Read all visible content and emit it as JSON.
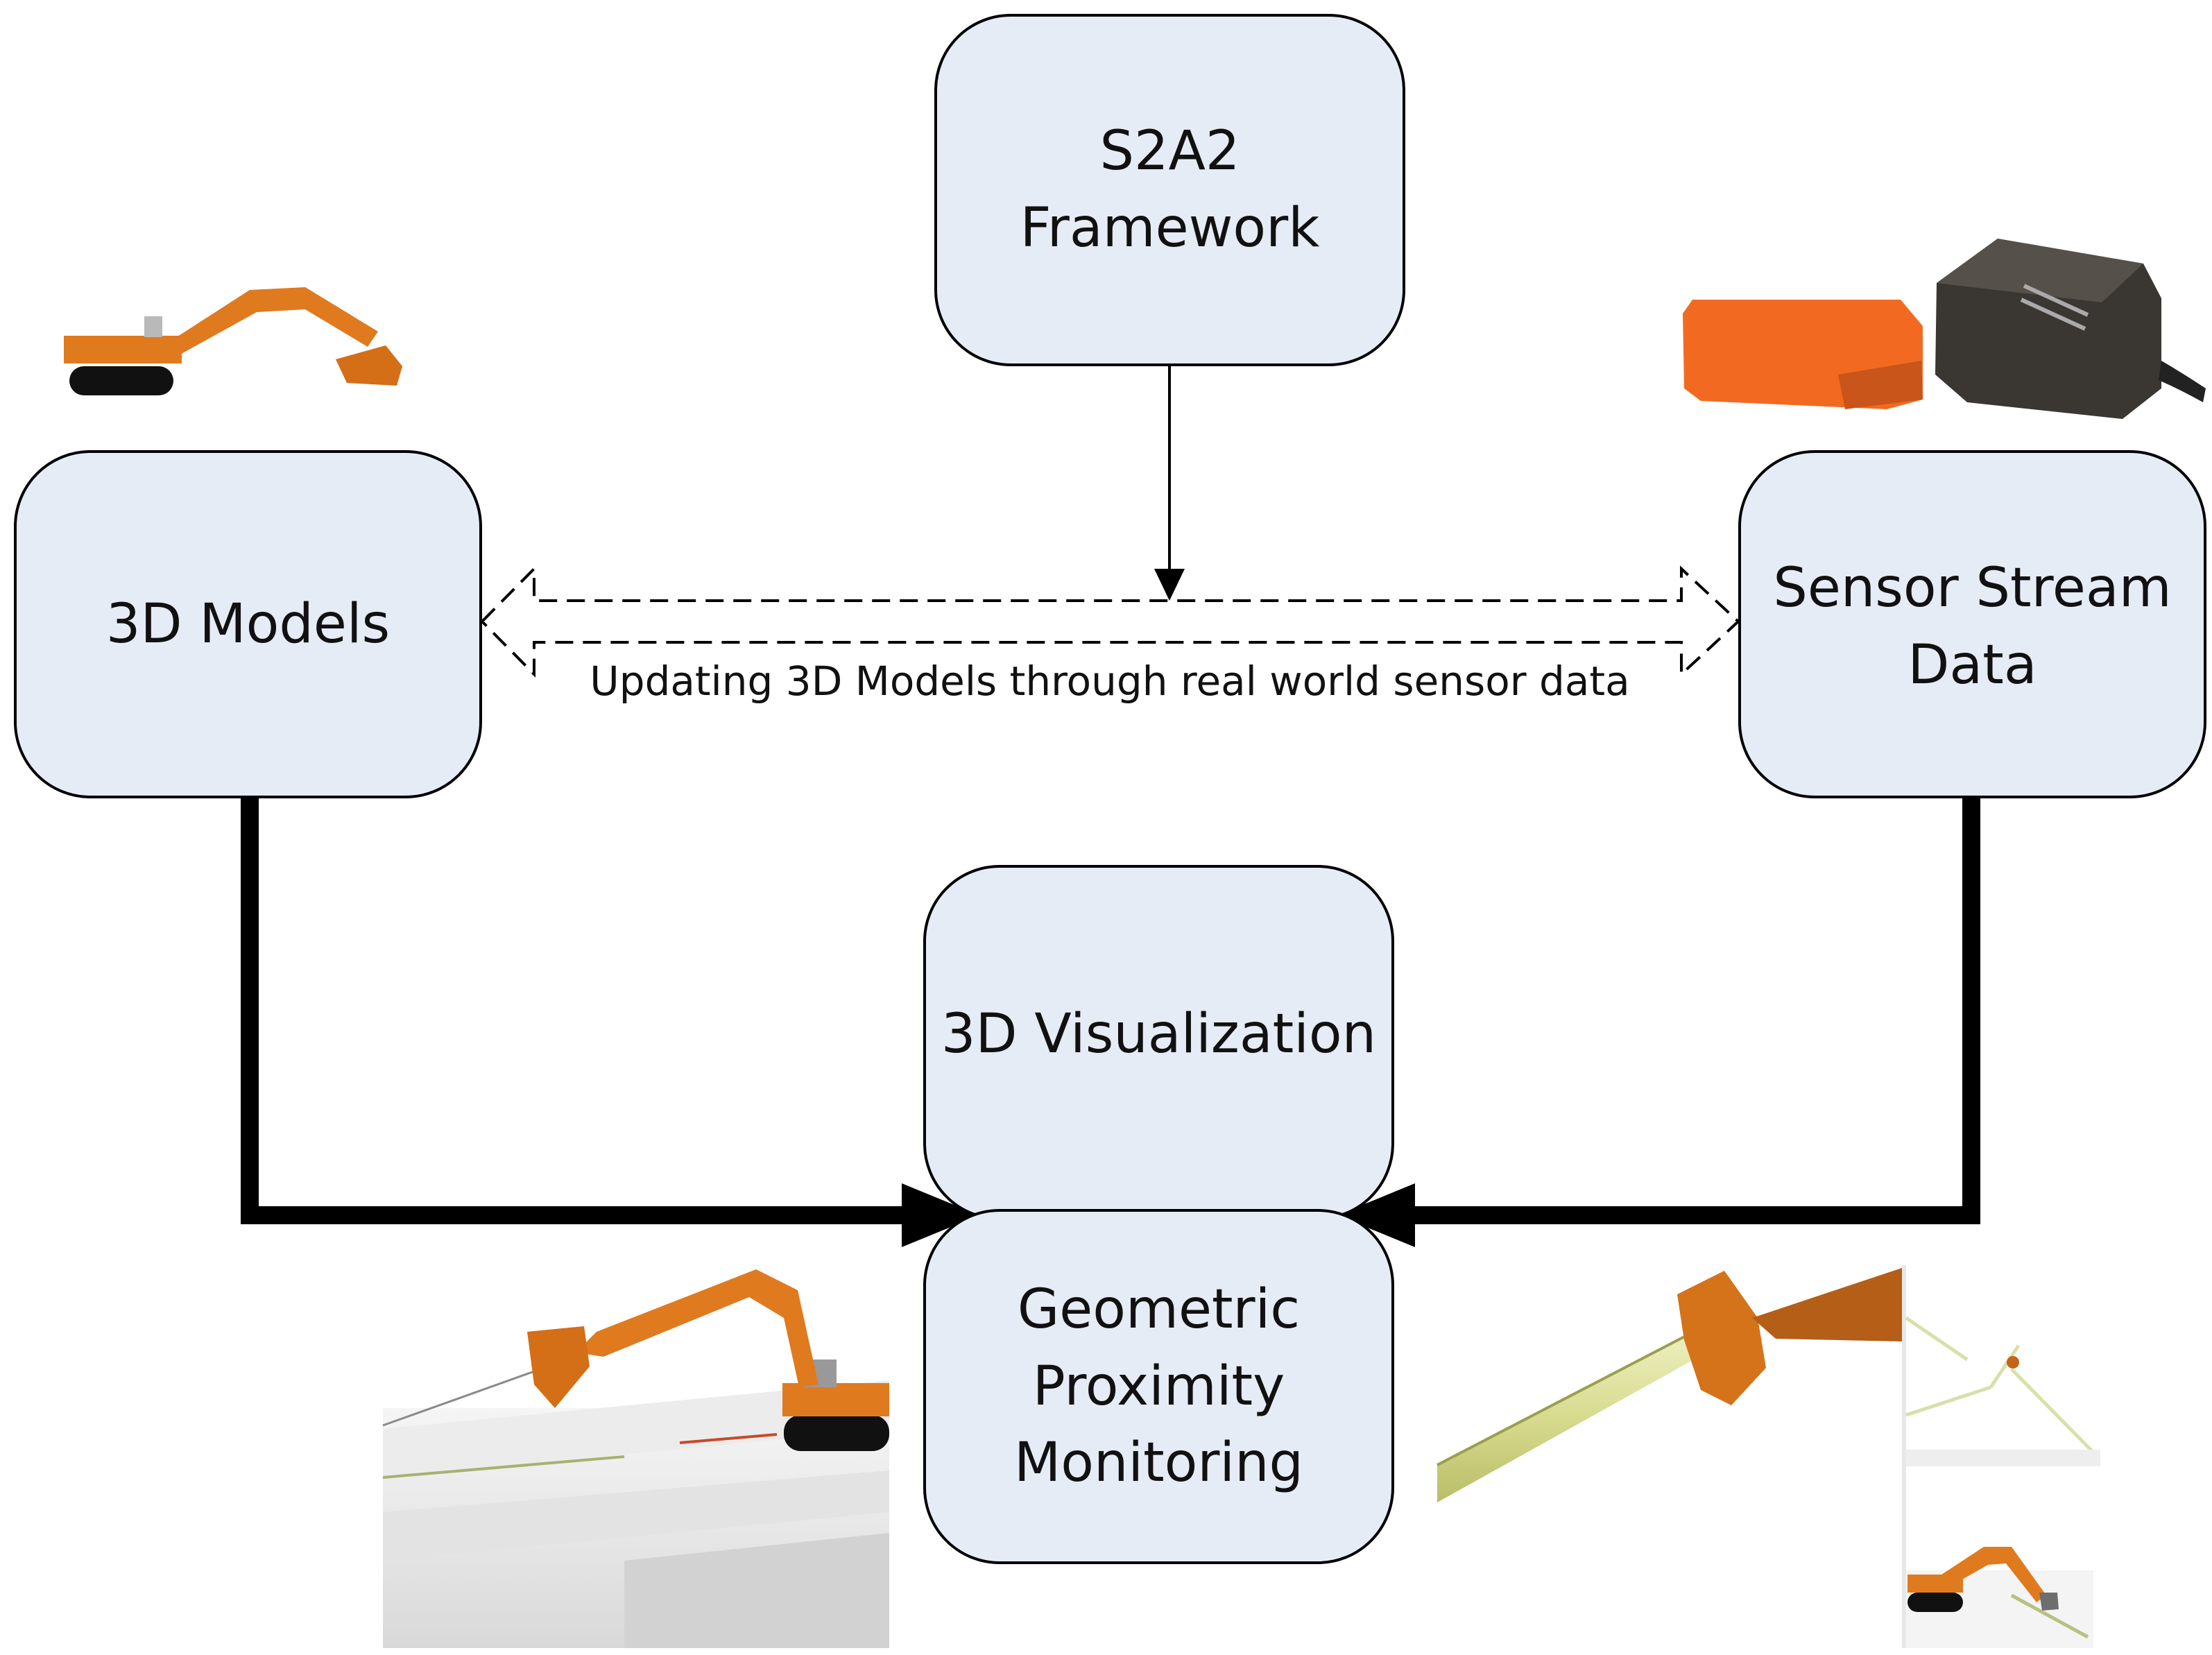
{
  "nodes": {
    "framework": "S2A2\nFramework",
    "models": "3D Models",
    "sensor": "Sensor Stream\nData",
    "visualization": "3D Visualization",
    "proximity": "Geometric\nProximity\nMonitoring"
  },
  "connections": {
    "update_label": "Updating 3D Models through real world sensor data"
  },
  "colors": {
    "box_fill": "#e6ecf6",
    "excavator": "#e07a1f",
    "sensor_orange": "#f26a21",
    "sensor_dark": "#3a3632"
  }
}
